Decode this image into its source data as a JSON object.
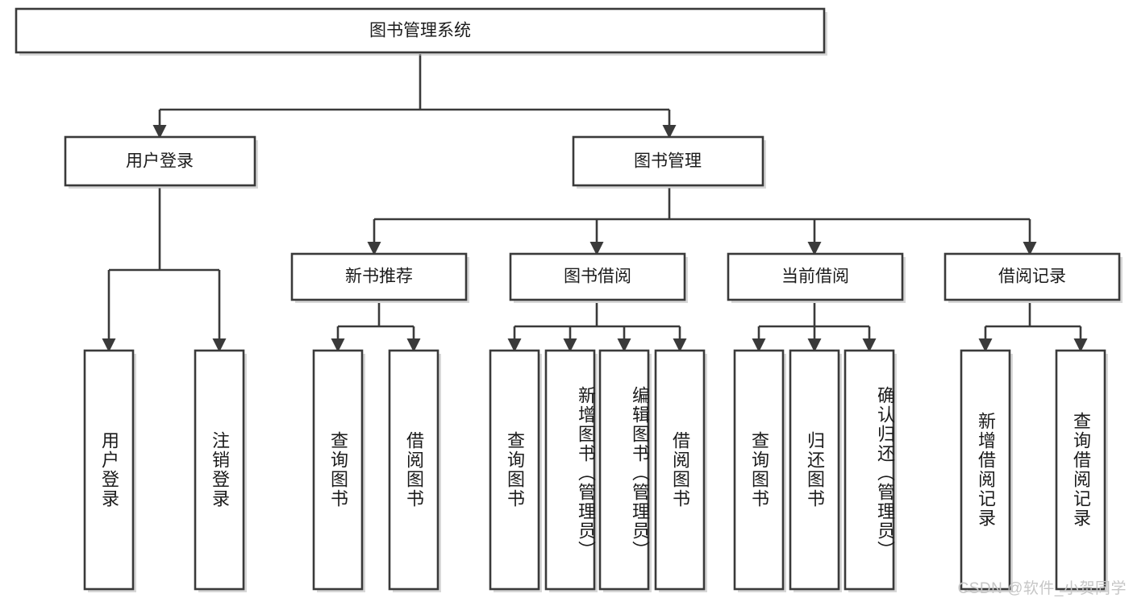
{
  "diagram": {
    "type": "tree",
    "title_node": {
      "id": "root",
      "label": "图书管理系统"
    },
    "level2": [
      {
        "id": "user-login",
        "label": "用户登录"
      },
      {
        "id": "book-manage",
        "label": "图书管理"
      }
    ],
    "level3": [
      {
        "id": "new-book-recommend",
        "label": "新书推荐",
        "parent": "book-manage"
      },
      {
        "id": "book-borrow",
        "label": "图书借阅",
        "parent": "book-manage"
      },
      {
        "id": "current-borrow",
        "label": "当前借阅",
        "parent": "book-manage"
      },
      {
        "id": "borrow-record",
        "label": "借阅记录",
        "parent": "book-manage"
      }
    ],
    "leaves": {
      "user-login": [
        {
          "id": "leaf-user-login",
          "label": "用户登录"
        },
        {
          "id": "leaf-user-logout",
          "label": "注销登录"
        }
      ],
      "new-book-recommend": [
        {
          "id": "leaf-query-book-1",
          "label": "查询图书"
        },
        {
          "id": "leaf-borrow-book-1",
          "label": "借阅图书"
        }
      ],
      "book-borrow": [
        {
          "id": "leaf-query-book-2",
          "label": "查询图书"
        },
        {
          "id": "leaf-add-book",
          "label": "新增图书（管理员）"
        },
        {
          "id": "leaf-edit-book",
          "label": "编辑图书（管理员）"
        },
        {
          "id": "leaf-borrow-book-2",
          "label": "借阅图书"
        }
      ],
      "current-borrow": [
        {
          "id": "leaf-query-book-3",
          "label": "查询图书"
        },
        {
          "id": "leaf-return-book",
          "label": "归还图书"
        },
        {
          "id": "leaf-confirm-return",
          "label": "确认归还（管理员）"
        }
      ],
      "borrow-record": [
        {
          "id": "leaf-add-record",
          "label": "新增借阅记录"
        },
        {
          "id": "leaf-query-record",
          "label": "查询借阅记录"
        }
      ]
    },
    "colors": {
      "box_fill": "#ffffff",
      "box_stroke": "#3a3a3a",
      "connector": "#3a3a3a",
      "text": "#1b1b1b",
      "background": "#ffffff",
      "watermark": "#c6c6c6"
    }
  },
  "watermark": {
    "text": "CSDN @软件_小贺同学"
  }
}
